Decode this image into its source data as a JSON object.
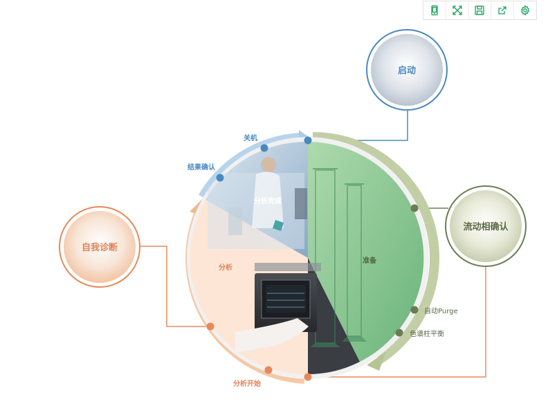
{
  "toolbar": {
    "icons": [
      "tablet-icon",
      "expand-icon",
      "save-icon",
      "share-icon",
      "settings-icon"
    ],
    "color": "#1aa05a"
  },
  "nodes": {
    "start": "启动",
    "flow_confirm": "流动相确认",
    "self_diagnosis": "自我诊断"
  },
  "segments": {
    "prepare": "准备",
    "analysis": "分析",
    "analysis_done": "分析完成"
  },
  "points": {
    "shutdown": "关机",
    "result_confirm": "结果确认",
    "auto_purge": "自动Purge",
    "column_balance": "色谱柱平衡",
    "analysis_start": "分析开始"
  },
  "colors": {
    "blue": "#4a88c0",
    "green": "#6a7d52",
    "orange": "#e8895a",
    "wedge_green": "#7fc08a",
    "wedge_peach": "#fde6d6"
  }
}
